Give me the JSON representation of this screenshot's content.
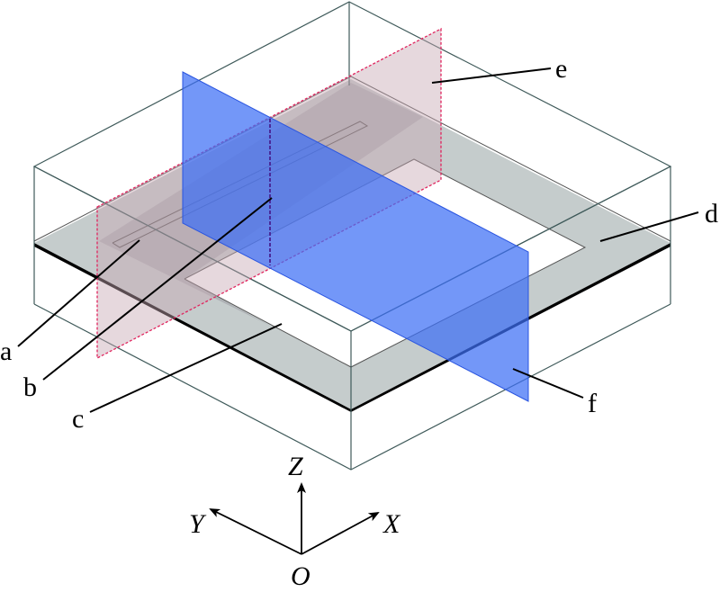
{
  "labels": {
    "a": "a",
    "b": "b",
    "c": "c",
    "d": "d",
    "e": "e",
    "f": "f"
  },
  "axes": {
    "x": "X",
    "y": "Y",
    "z": "Z",
    "origin": "O"
  },
  "colors": {
    "plane_e": "#c8a9b4",
    "plane_e_border": "#e0245e",
    "plane_f": "#3d6ff5",
    "slab": "#c5cccc",
    "edge": "#3f5a5a"
  }
}
